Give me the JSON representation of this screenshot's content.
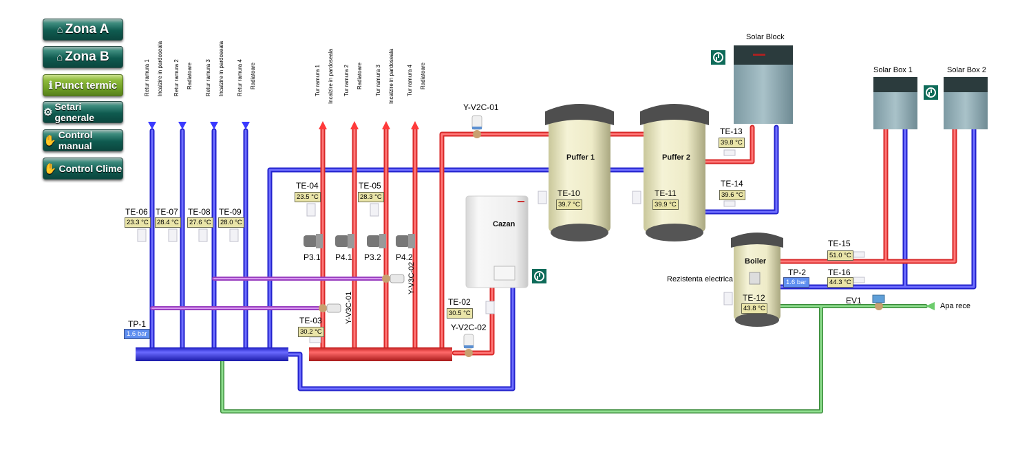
{
  "nav": [
    {
      "label": "Zona A",
      "icon": "house-icon"
    },
    {
      "label": "Zona B",
      "icon": "house-icon"
    },
    {
      "label": "Punct termic",
      "icon": "info-icon",
      "active": true
    },
    {
      "label": "Setari generale",
      "icon": "gear-icon"
    },
    {
      "label": "Control manual",
      "icon": "hand-icon"
    },
    {
      "label": "Control Clime",
      "icon": "hand-icon"
    }
  ],
  "return_branches": [
    "Retur ramura 1",
    "Incalzire in pardoseala",
    "Retur ramura 2",
    "Radiatoare",
    "Retur ramura 3",
    "Incalzire in pardoseala",
    "Retur ramura 4",
    "Radiatoare"
  ],
  "supply_branches": [
    "Tur ramura 1",
    "Incalzire in pardoseala",
    "Tur ramura 2",
    "Radiatoare",
    "Tur ramura 3",
    "Incalzire in pardoseala",
    "Tur ramura 4",
    "Radiatoare"
  ],
  "sensors": {
    "te02": {
      "name": "TE-02",
      "value": "30.5 °C"
    },
    "te03": {
      "name": "TE-03",
      "value": "30.2 °C"
    },
    "te04": {
      "name": "TE-04",
      "value": "23.5 °C"
    },
    "te05": {
      "name": "TE-05",
      "value": "28.3 °C"
    },
    "te06": {
      "name": "TE-06",
      "value": "23.3 °C"
    },
    "te07": {
      "name": "TE-07",
      "value": "28.4 °C"
    },
    "te08": {
      "name": "TE-08",
      "value": "27.6 °C"
    },
    "te09": {
      "name": "TE-09",
      "value": "28.0 °C"
    },
    "te10": {
      "name": "TE-10",
      "value": "39.7 °C"
    },
    "te11": {
      "name": "TE-11",
      "value": "39.9 °C"
    },
    "te12": {
      "name": "TE-12",
      "value": "43.8 °C"
    },
    "te13": {
      "name": "TE-13",
      "value": "39.8 °C"
    },
    "te14": {
      "name": "TE-14",
      "value": "39.6 °C"
    },
    "te15": {
      "name": "TE-15",
      "value": "51.0 °C"
    },
    "te16": {
      "name": "TE-16",
      "value": "44.3 °C"
    }
  },
  "pressure": {
    "tp1": {
      "name": "TP-1",
      "value": "1.6 bar"
    },
    "tp2": {
      "name": "TP-2",
      "value": "1.6 bar"
    }
  },
  "pumps": [
    "P3.1",
    "P4.1",
    "P3.2",
    "P4.2"
  ],
  "valves": {
    "yv2c01": "Y-V2C-01",
    "yv2c02": "Y-V2C-02",
    "yv3c01": "Y-V3C-01",
    "yv3c02": "Y-V3C-02",
    "ev1": "EV1"
  },
  "equipment": {
    "cazan": "Cazan",
    "puffer1": "Puffer 1",
    "puffer2": "Puffer 2",
    "boiler": "Boiler",
    "rezistenta": "Rezistenta electrica",
    "solar_block": "Solar Block",
    "solar_box1": "Solar Box 1",
    "solar_box2": "Solar Box 2",
    "apa_rece": "Apa rece"
  },
  "colors": {
    "hot_pipe": "#f04848",
    "cold_pipe": "#4a4af0",
    "mix_pipe": "#b860d8",
    "water_pipe": "#78c878",
    "sensor_bg": "#e9e4a8",
    "pressure_bg": "#5f8ff0",
    "nav_teal": "#0f5b50",
    "nav_active": "#6b9b22"
  }
}
